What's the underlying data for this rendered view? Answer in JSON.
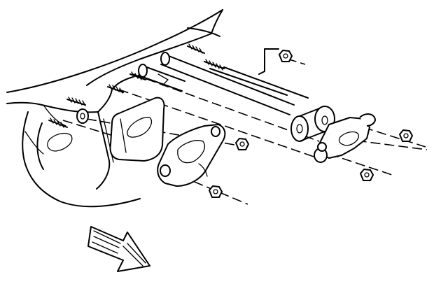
{
  "diagram": {
    "parts": [
      {
        "name": "body-panel"
      },
      {
        "name": "stud-upper-left"
      },
      {
        "name": "stud-lower-left"
      },
      {
        "name": "stud-mid"
      },
      {
        "name": "stud-upper-right"
      },
      {
        "name": "long-bolt-upper"
      },
      {
        "name": "long-bolt-lower"
      },
      {
        "name": "spacer-left"
      },
      {
        "name": "mounting-plate"
      },
      {
        "name": "bracket-left"
      },
      {
        "name": "bushing-pair"
      },
      {
        "name": "bracket-right"
      },
      {
        "name": "nut"
      }
    ],
    "icons": {
      "direction": "front-arrow-icon"
    }
  }
}
